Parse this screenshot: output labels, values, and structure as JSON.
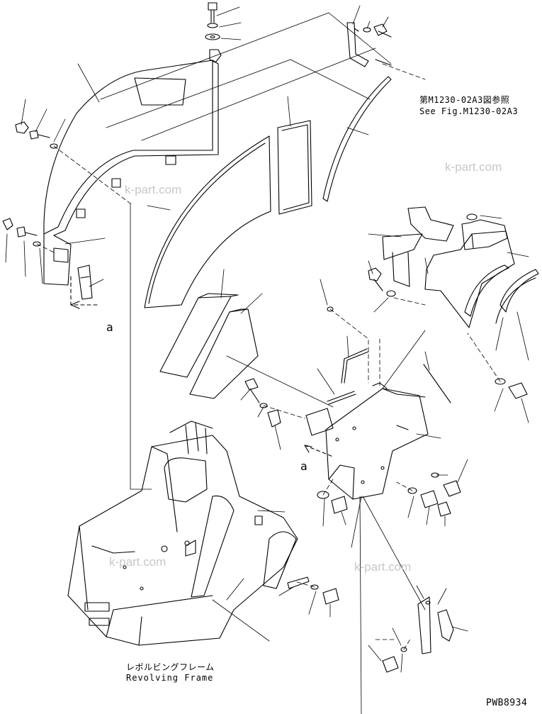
{
  "reference_note": {
    "japanese": "第M1230-02A3図参照",
    "english": "See Fig.M1230-02A3"
  },
  "frame_label": {
    "japanese": "レボルビングフレーム",
    "english": "Revolving Frame"
  },
  "callouts": [
    "a",
    "a"
  ],
  "drawing_code": "PWB8934",
  "watermark": "k-part.com"
}
